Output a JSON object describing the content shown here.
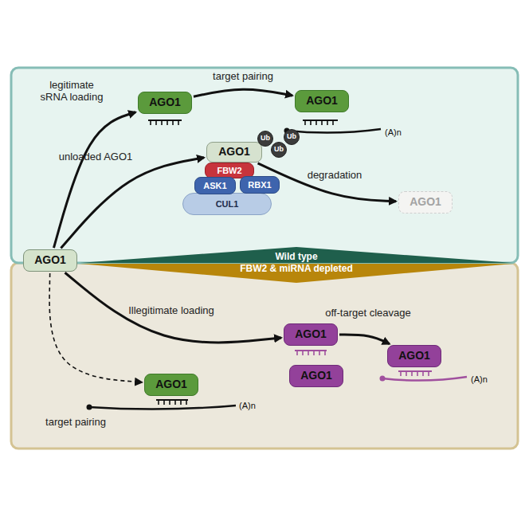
{
  "diagram": {
    "nodes": [
      {
        "text": [
          "AGO1"
        ]
      },
      {
        "text": [
          "AGO1"
        ]
      },
      {
        "text": [
          "AGO1"
        ]
      },
      {
        "text": [
          "AGO1"
        ]
      },
      {
        "text": [
          "Ub"
        ]
      },
      {
        "text": [
          "Ub"
        ]
      },
      {
        "text": [
          "Ub"
        ]
      },
      {
        "text": [
          "FBW2"
        ]
      },
      {
        "text": [
          "ASK1"
        ]
      },
      {
        "text": [
          "RBX1"
        ]
      },
      {
        "text": [
          "CUL1"
        ]
      },
      {
        "text": [
          "AGO1"
        ]
      },
      {
        "text": [
          "Wild type"
        ]
      },
      {
        "text": [
          "FBW2 & miRNA depleted"
        ]
      },
      {
        "text": [
          "AGO1"
        ]
      },
      {
        "text": [
          "AGO1"
        ]
      },
      {
        "text": [
          "AGO1"
        ]
      },
      {
        "text": [
          "AGO1"
        ]
      }
    ],
    "edges": [
      {
        "from": 0,
        "to": 1,
        "label": "legitimate sRNA loading",
        "arrow": "to"
      },
      {
        "from": 1,
        "to": 2,
        "label": "target pairing",
        "arrow": "to"
      },
      {
        "from": 0,
        "to": 3,
        "label": "unloaded AGO1",
        "arrow": "to"
      },
      {
        "from": 3,
        "to": 11,
        "label": "degradation",
        "arrow": "to"
      },
      {
        "from": 0,
        "to": 14,
        "label": "Illegitimate loading",
        "arrow": "to"
      },
      {
        "from": 14,
        "to": 16,
        "label": "off-target cleavage",
        "arrow": "to"
      },
      {
        "from": 0,
        "to": 17,
        "label": "target pairing",
        "arrow": "to"
      }
    ],
    "labels": [
      "(A)n",
      "(A)n",
      "(A)n"
    ]
  }
}
